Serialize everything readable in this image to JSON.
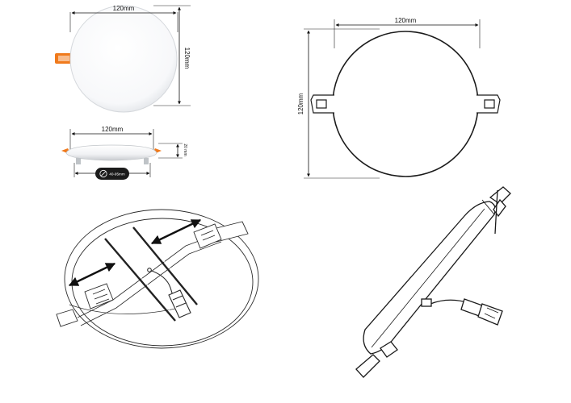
{
  "product_drawing": {
    "top_view": {
      "width_label": "120mm",
      "height_label": "120mm"
    },
    "side_view": {
      "width_label": "120mm",
      "height_label": "20 mm",
      "cutout_label": "40-95mm"
    },
    "outline_view": {
      "width_label": "120mm",
      "height_label": "120mm"
    }
  },
  "colors": {
    "panel_white": "#ffffff",
    "panel_shadow": "#e3e5e8",
    "clip_orange": "#f07a1c",
    "line": "#1a1a1a",
    "badge_dark": "#1b1b1b"
  }
}
